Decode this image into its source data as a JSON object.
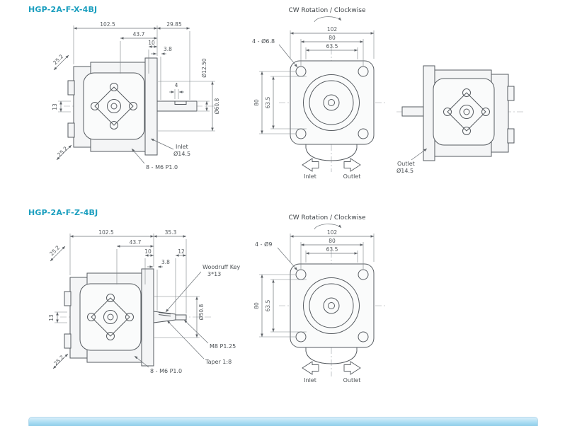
{
  "colors": {
    "accent_title": "#1c9fbf",
    "drawing_line": "#565b60",
    "footer_bar": "#9ed4ef"
  },
  "top": {
    "title": "HGP-2A-F-X-4BJ",
    "rotation_label": "CW Rotation / Clockwise",
    "side_view": {
      "dim_overall_length": "102.5",
      "dim_shaft_length": "29.85",
      "dim_43_7": "43.7",
      "dim_10": "10",
      "dim_3_8": "3.8",
      "dim_port_top": "25.2",
      "dim_13": "13",
      "dim_port_bottom": "25.2",
      "dim_key_width": "4",
      "dim_shaft_dia": "Ø12.50",
      "dim_pilot_dia": "Ø60.8",
      "inlet_label": "Inlet",
      "inlet_dia": "Ø14.5",
      "bolt_label": "8 - M6 P1.0"
    },
    "front_view": {
      "dim_overall": "102",
      "dim_bolt_spacing_h": "80",
      "dim_63_5_h": "63.5",
      "dim_bolt_spacing_v": "80",
      "dim_63_5_v": "63.5",
      "bolt_hole_label": "4 - Ø6.8",
      "inlet_label": "Inlet",
      "outlet_label": "Outlet"
    },
    "rear_view": {
      "outlet_label": "Outlet",
      "outlet_dia": "Ø14.5"
    }
  },
  "bottom": {
    "title": "HGP-2A-F-Z-4BJ",
    "rotation_label": "CW Rotation / Clockwise",
    "side_view": {
      "dim_overall_length": "102.5",
      "dim_shaft_length": "35.3",
      "dim_43_7": "43.7",
      "dim_10": "10",
      "dim_12": "12",
      "dim_3_8": "3.8",
      "dim_port_top": "25.2",
      "dim_13": "13",
      "dim_port_bottom": "25.2",
      "dim_shaft_dia": "Ø50.8",
      "key_label_line1": "Woodruff Key",
      "key_label_line2": "3*13",
      "thread_label": "M8 P1.25",
      "taper_label": "Taper 1:8",
      "bolt_label": "8 - M6 P1.0"
    },
    "front_view": {
      "dim_overall": "102",
      "dim_bolt_spacing_h": "80",
      "dim_63_5_h": "63.5",
      "dim_bolt_spacing_v": "80",
      "dim_63_5_v": "63.5",
      "bolt_hole_label": "4 - Ø9",
      "inlet_label": "Inlet",
      "outlet_label": "Outlet"
    }
  }
}
